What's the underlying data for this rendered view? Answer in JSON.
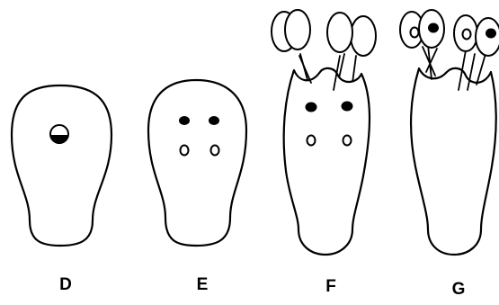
{
  "panels": [
    {
      "id": "D",
      "label": "D"
    },
    {
      "id": "E",
      "label": "E"
    },
    {
      "id": "F",
      "label": "F"
    },
    {
      "id": "G",
      "label": "G"
    }
  ],
  "colors": {
    "stroke": "#000000",
    "fill": "#ffffff",
    "spot": "#000000"
  }
}
